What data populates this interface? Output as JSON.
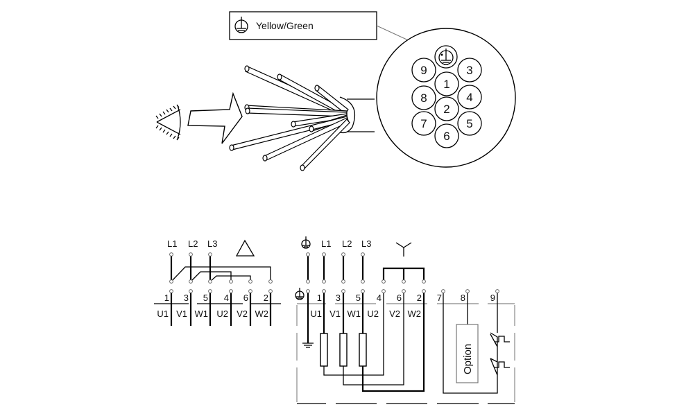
{
  "legend_box": {
    "icon": "protective-earth-icon",
    "label": "Yellow/Green"
  },
  "connector": {
    "earth_pin": "protective-earth-icon",
    "pins": [
      "9",
      "3",
      "1",
      "8",
      "4",
      "2",
      "7",
      "5",
      "6"
    ]
  },
  "view_hint": {
    "icons": [
      "eye-icon",
      "arrow-right-icon",
      "cable-bundle-icon"
    ]
  },
  "delta_diagram": {
    "symbol": "delta-triangle-icon",
    "lines": [
      "L1",
      "L2",
      "L3"
    ],
    "terminal_numbers": [
      "1",
      "3",
      "5",
      "4",
      "6",
      "2"
    ],
    "winding_labels": [
      "U1",
      "V1",
      "W1",
      "U2",
      "V2",
      "W2"
    ]
  },
  "star_diagram": {
    "symbol": "star-y-icon",
    "earth": "protective-earth-icon",
    "lines": [
      "L1",
      "L2",
      "L3"
    ],
    "terminal_numbers": [
      "1",
      "3",
      "5",
      "4",
      "6",
      "2",
      "7",
      "8",
      "9"
    ],
    "winding_labels": [
      "U1",
      "V1",
      "W1",
      "U2",
      "V2",
      "W2"
    ],
    "option_label": "Option"
  }
}
